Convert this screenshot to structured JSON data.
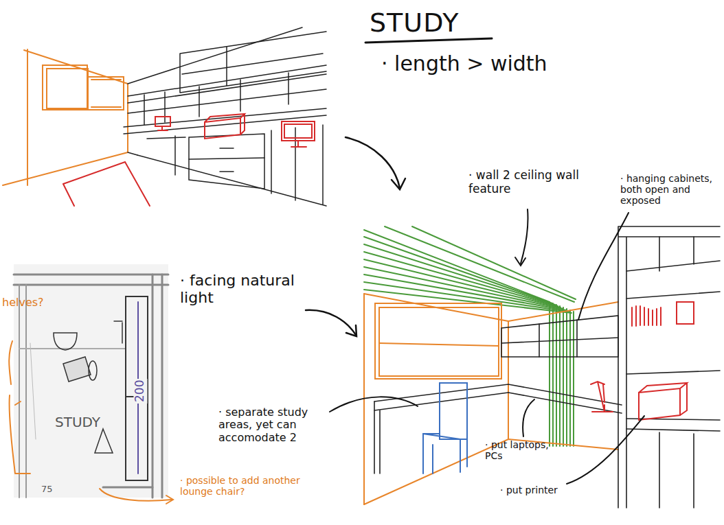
{
  "diagram": {
    "title": "STUDY",
    "labels": [
      "· length > width",
      "· wall 2 ceiling wall feature",
      "· hanging cabinets, both open and exposed",
      "· facing natural light",
      "· separate study areas, yet can accomodate 2",
      "· put laptops, PCs",
      "· put printer",
      "helves?",
      "STUDY",
      "200",
      "75",
      "· possible to add another lounge chair?"
    ]
  }
}
